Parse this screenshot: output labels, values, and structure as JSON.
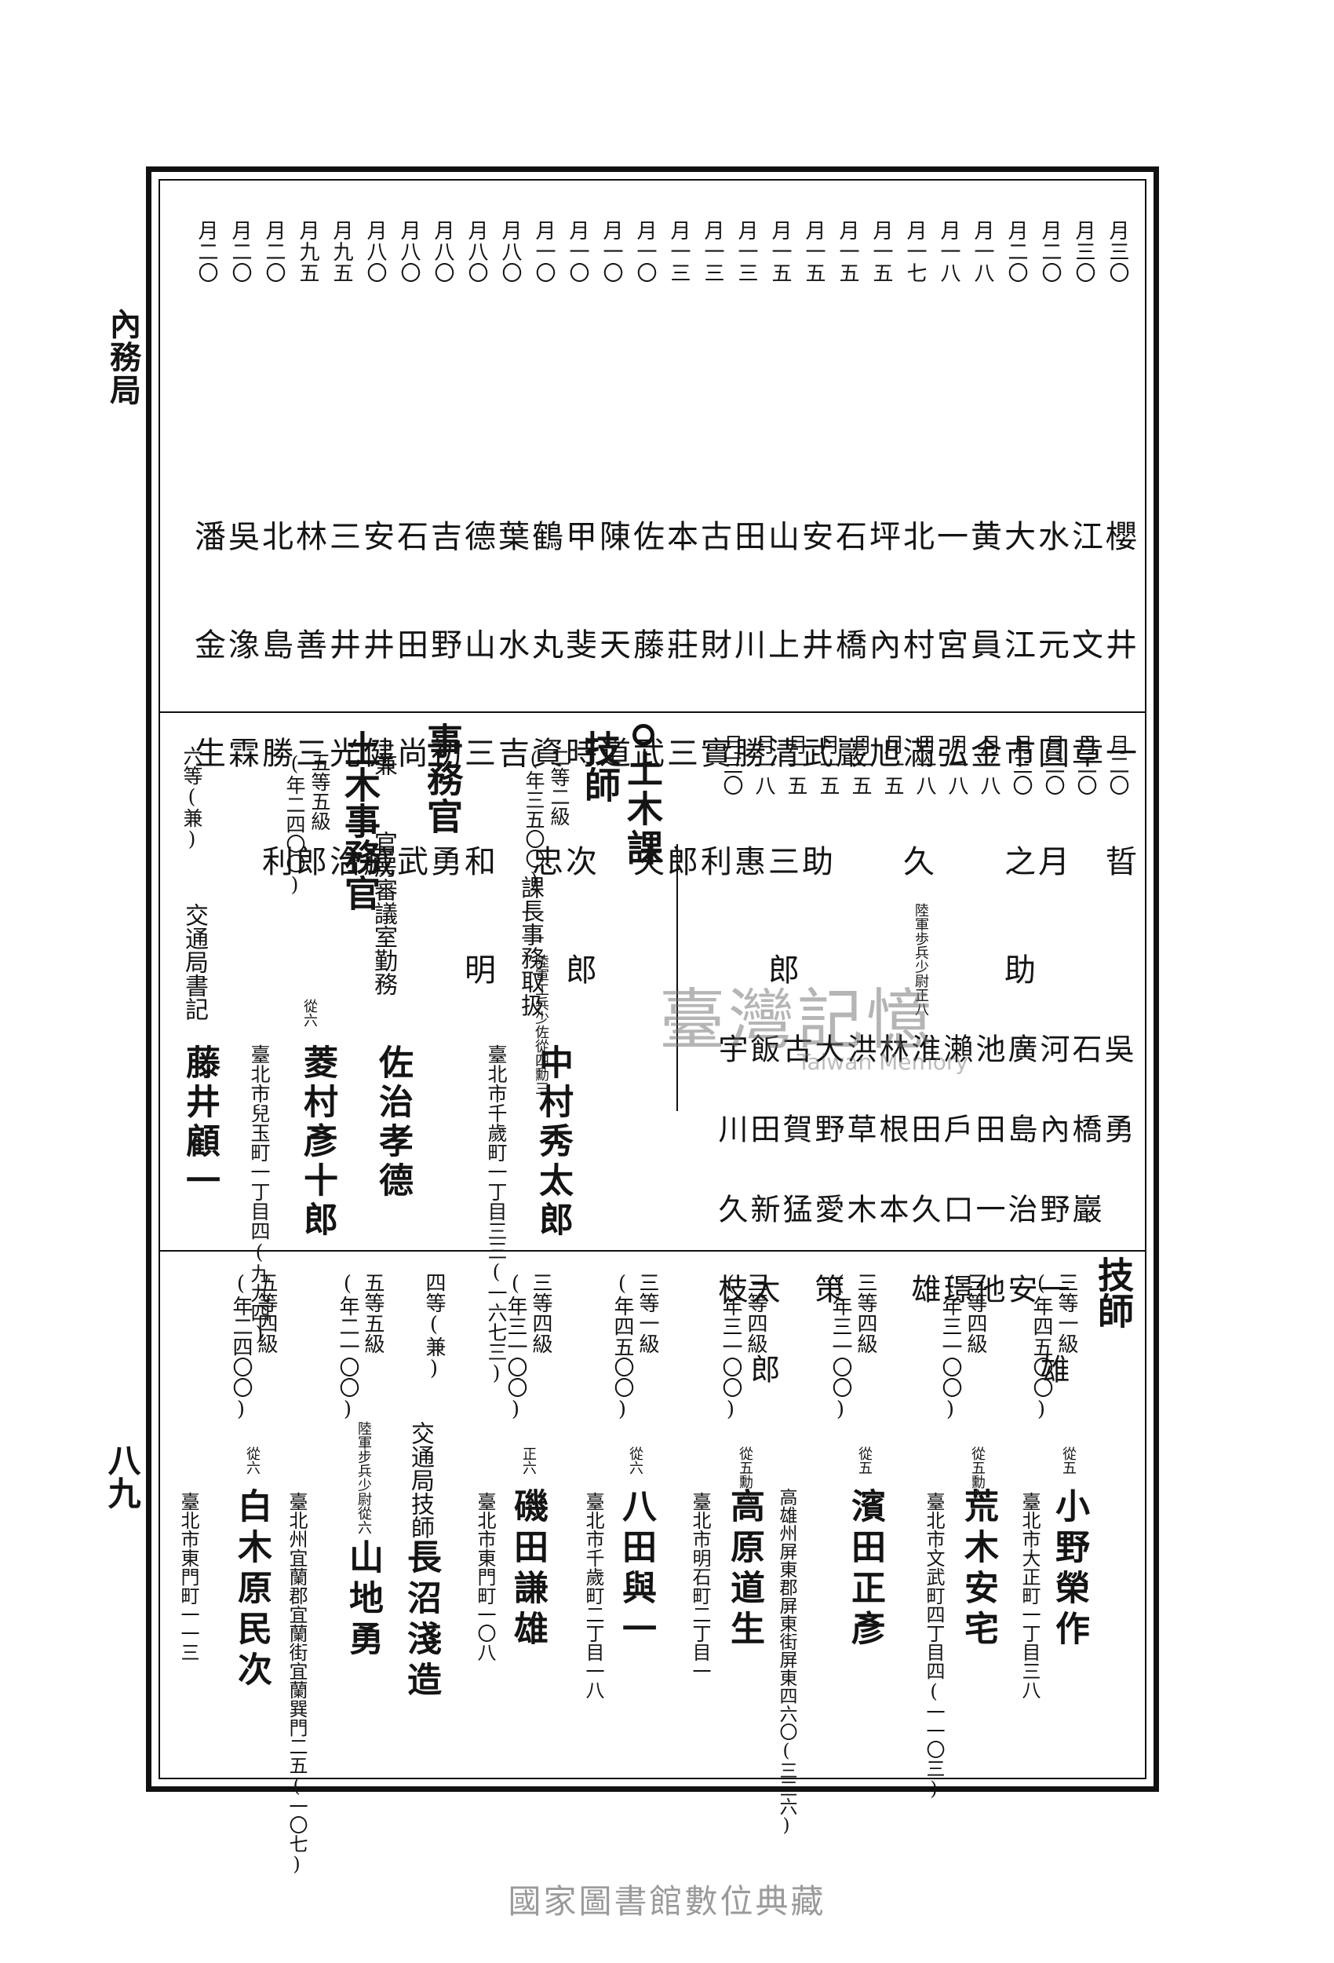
{
  "margin": {
    "title": "內務局",
    "page_number": "八九"
  },
  "section1": {
    "entries": [
      {
        "date": "月三〇",
        "name": "櫻 井 一 晢"
      },
      {
        "date": "月三〇",
        "name": "江 文 章"
      },
      {
        "date": "月二〇",
        "name": "水 元 圓 月"
      },
      {
        "date": "月二〇",
        "name": "大 江 市 之 助"
      },
      {
        "date": "月一八",
        "name": "黄 員 金"
      },
      {
        "date": "月一八",
        "name": "一 宮 弘"
      },
      {
        "date": "月一七",
        "name": "北 村 滿 久"
      },
      {
        "date": "月一五",
        "name": "坪 內 旭"
      },
      {
        "date": "月一五",
        "name": "石 橋 巖"
      },
      {
        "date": "月一五",
        "name": "安 井 武 助"
      },
      {
        "date": "月一五",
        "name": "山 上 清 三 郎"
      },
      {
        "date": "月一三",
        "name": "田 川 勝 惠"
      },
      {
        "date": "月一三",
        "name": "古 財 實 利"
      },
      {
        "date": "月一三",
        "name": "本 莊 三 郎"
      },
      {
        "date": "月一〇",
        "name": "佐 藤 武 夫"
      },
      {
        "date": "月一〇",
        "name": "陳 天 道"
      },
      {
        "date": "月一〇",
        "name": "甲 斐 時 次 郎"
      },
      {
        "date": "月一〇",
        "name": "鶴 丸 資 忠"
      },
      {
        "date": "月八〇",
        "name": "葉 水 吉"
      },
      {
        "date": "月八〇",
        "name": "德 山 三 和 明"
      },
      {
        "date": "月八〇",
        "name": "吉 野 初 勇"
      },
      {
        "date": "月八〇",
        "name": "石 田 尚 武"
      },
      {
        "date": "月八〇",
        "name": "安 井 健 藏"
      },
      {
        "date": "月九五",
        "name": "三 井 光 治"
      },
      {
        "date": "月九五",
        "name": "林 善 三 郎"
      },
      {
        "date": "月二〇",
        "name": "北 島 勝 利"
      },
      {
        "date": "月二〇",
        "name": "吳 潒 霖"
      },
      {
        "date": "月二〇",
        "name": "潘 金 生"
      }
    ]
  },
  "section2": {
    "entries": [
      {
        "date": "月二〇",
        "name": "吳 勇"
      },
      {
        "date": "月二〇",
        "name": "石 橋 巖"
      },
      {
        "date": "月二〇",
        "name": "河 內 野 一 雄"
      },
      {
        "date": "月三〇",
        "name": "廣 島 治 安"
      },
      {
        "date": "月一八",
        "name": "池 田 一 他"
      },
      {
        "date": "月一八",
        "name": "瀨 戶 口 璟"
      },
      {
        "date": "月一八",
        "name": "淮 田 久 雄"
      },
      {
        "date": "月一五",
        "name": "林 根 本"
      },
      {
        "date": "月一五",
        "name": "洪 草 木"
      },
      {
        "date": "月一五",
        "name": "大 野 愛 策"
      },
      {
        "date": "月一五",
        "name": "古 賀 猛"
      },
      {
        "date": "月一八",
        "name": "飯 田 新 太 郎"
      },
      {
        "date": "月三〇",
        "name": "宇 川 久 枝"
      }
    ],
    "rank_note_chuden": "陸軍歩兵少尉正八",
    "doboku_heading": "土木課",
    "gishi_label": "技師",
    "gishi_grade": "二等二級",
    "gishi_salary": "(年三五〇〇)",
    "kacho_note": "課長事務取扱",
    "kacho_rank": "陸軍工兵少佐從四勳三",
    "nakamura_name": "中村秀太郎",
    "nakamura_addr": "臺北市千歲町一丁目三三(一六七三)",
    "jimukan_heading": "事務官",
    "ken_label": "兼",
    "kanbo_note": "官房審議室勤務",
    "sa_name": "佐治孝德",
    "doboku_jimukan": "土木事務官",
    "hishi_grade": "五等五級",
    "hishi_salary": "(年二四〇〇)",
    "hishi_rank": "從六",
    "hishi_name": "菱村彥十郎",
    "hishi_addr": "臺北市兒玉町一丁目四(九九四)",
    "fujii_grade": "六等(兼)",
    "fujii_note": "交通局書記",
    "fujii_name": "藤井顧一"
  },
  "section3": {
    "gishi_label": "技師",
    "entries": [
      {
        "grade": "三等一級",
        "salary": "(年四五〇〇)",
        "rank": "從五",
        "name": "小野榮作",
        "addr": "臺北市大正町一丁目三八"
      },
      {
        "grade": "三等四級",
        "salary": "(年三一〇〇)",
        "rank": "從五勳六",
        "name": "荒木安宅",
        "addr": "臺北市文武町四丁目四(一一〇三)"
      },
      {
        "grade": "三等四級",
        "salary": "(年三一〇〇)",
        "rank": "從五",
        "name": "濱田正彥",
        "addr": "高雄州屏東郡屏東街屏東四六〇(三三六)"
      },
      {
        "grade": "三等四級",
        "salary": "(年三一〇〇)",
        "rank": "從五勳六",
        "name": "高原道生",
        "addr": "臺北市明石町二丁目一"
      },
      {
        "grade": "三等一級",
        "salary": "(年四五〇〇)",
        "rank": "從六",
        "name": "八田與一",
        "addr": "臺北市千歲町二丁目一八"
      },
      {
        "grade": "三等四級",
        "salary": "(年三一〇〇)",
        "rank": "正六",
        "name": "磯田謙雄",
        "addr": "臺北市東門町一〇八"
      },
      {
        "grade": "四等(兼)",
        "salary": "",
        "rank": "",
        "name": "長沼淺造",
        "addr": "交通局技師"
      },
      {
        "grade": "五等五級",
        "salary": "(年二一〇〇)",
        "rank": "陸軍步兵少尉從六",
        "name": "山地勇",
        "addr": "臺北州宜蘭郡宜蘭街宜蘭巽門二五(一〇七)"
      },
      {
        "grade": "五等四級",
        "salary": "(年二四〇〇)",
        "rank": "從六",
        "name": "白木原民次",
        "addr": "臺北市東門町一一三"
      }
    ]
  },
  "watermark": {
    "main": "臺灣記憶",
    "sub": "Taiwan Memory"
  },
  "footer": {
    "text": "國家圖書館數位典藏"
  }
}
